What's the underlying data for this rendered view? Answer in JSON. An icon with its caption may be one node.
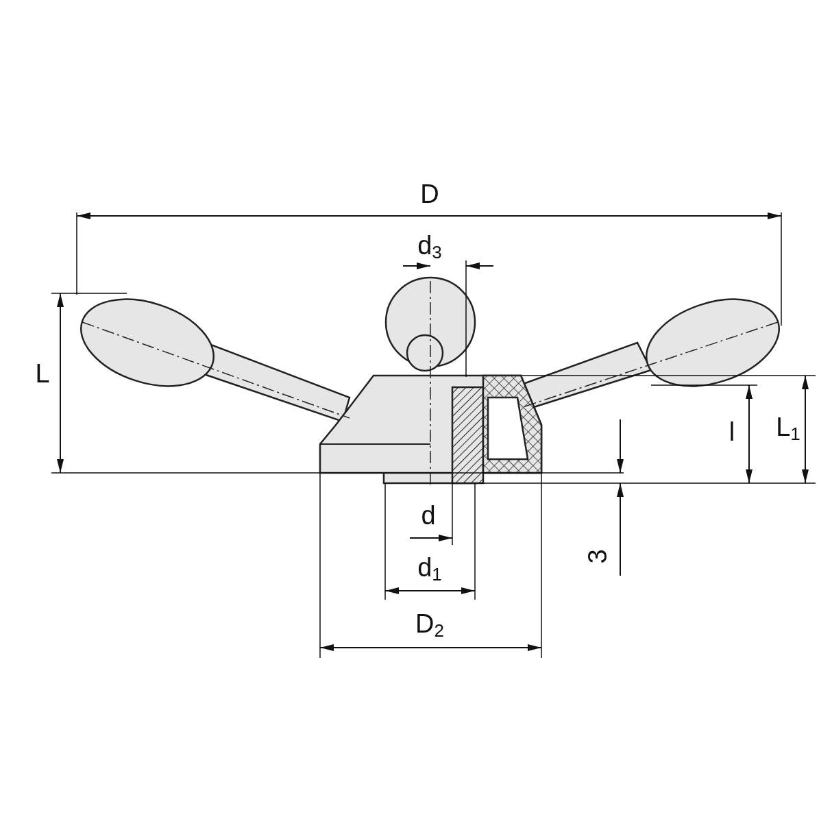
{
  "diagram": {
    "labels": [
      "D",
      "d$_{3}$",
      "L",
      "l",
      "L$_{1}$",
      "d",
      "3",
      "d$_{1}$",
      "D$_{2}$"
    ]
  }
}
